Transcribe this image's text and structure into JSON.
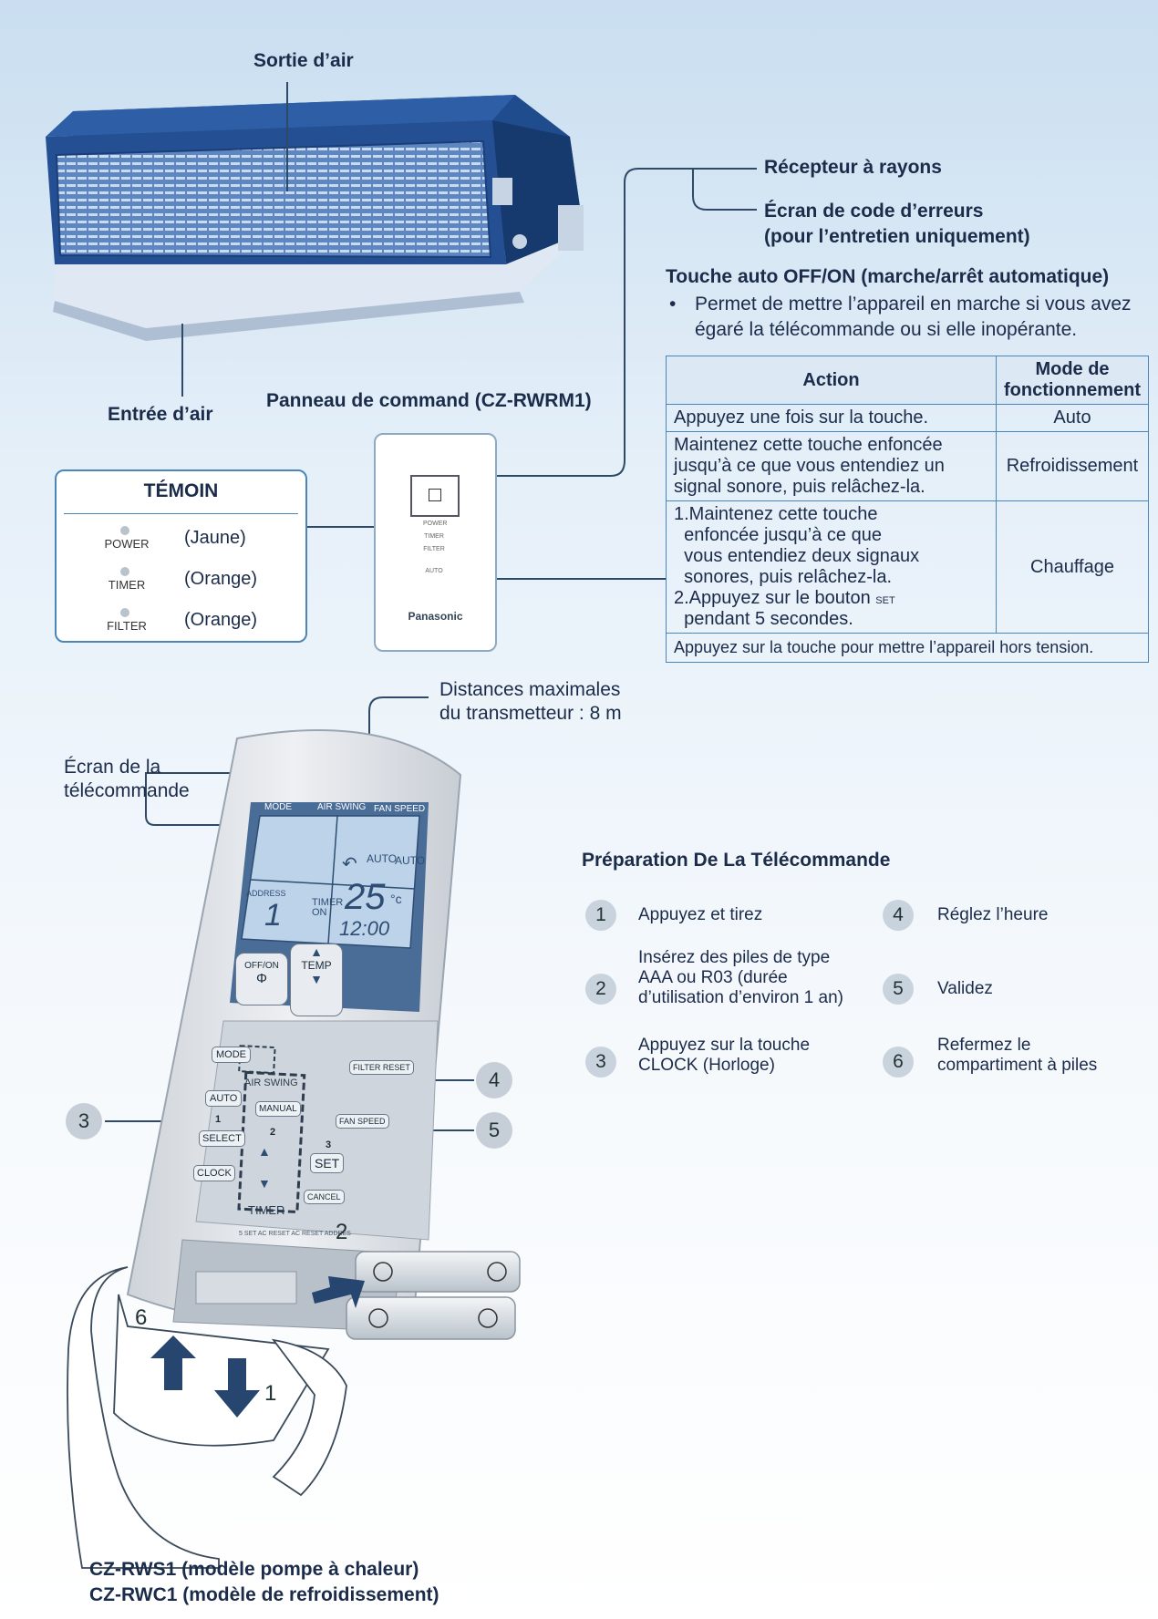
{
  "labels": {
    "air_outlet": "Sortie d’air",
    "air_inlet": "Entrée d’air",
    "receiver": "Récepteur à rayons",
    "error_screen_1": "Écran de code d’erreurs",
    "error_screen_2": "(pour l’entretien uniquement)",
    "panel_title": "Panneau de command (CZ-RWRM1)",
    "auto_key_title": "Touche auto OFF/ON (marche/arrêt automatique)",
    "auto_key_desc_1": "Permet de mettre l’appareil en marche si vous avez",
    "auto_key_desc_2": "égaré la télécommande ou si elle inopérante.",
    "bullet": "•",
    "transmitter_1": "Distances maximales",
    "transmitter_2": "du transmetteur : 8 m",
    "remote_screen_1": "Écran de la",
    "remote_screen_2": "télécommande",
    "model_1": "CZ-RWS1 (modèle pompe à chaleur)",
    "model_2": "CZ-RWC1 (modèle de refroidissement)"
  },
  "temoin": {
    "title": "TÉMOIN",
    "rows": [
      {
        "name": "POWER",
        "color": "(Jaune)"
      },
      {
        "name": "TIMER",
        "color": "(Orange)"
      },
      {
        "name": "FILTER",
        "color": "(Orange)"
      }
    ]
  },
  "panel": {
    "indicators": [
      "POWER",
      "TIMER",
      "FILTER",
      "AUTO"
    ],
    "logo": "Panasonic"
  },
  "action_table": {
    "header_action": "Action",
    "header_mode_1": "Mode de",
    "header_mode_2": "fonctionnement",
    "row1_action": "Appuyez une fois sur la touche.",
    "row1_mode": "Auto",
    "row2_action_1": "Maintenez cette touche enfoncée",
    "row2_action_2": "jusqu’à ce que vous entendiez un",
    "row2_action_3": "signal sonore, puis relâchez-la.",
    "row2_mode": "Refroidissement",
    "row3_action_1": "1.Maintenez cette touche",
    "row3_action_2": "enfoncée jusqu’à ce que",
    "row3_action_3": "vous entendiez deux signaux",
    "row3_action_4": "sonores, puis relâchez-la.",
    "row3_action_5": "2.Appuyez sur le bouton",
    "row3_action_set": "SET",
    "row3_action_6": "pendant 5 secondes.",
    "row3_mode": "Chauffage",
    "footer": "Appuyez sur la touche pour mettre l’appareil hors tension."
  },
  "remote": {
    "tab_mode": "MODE",
    "tab_air_swing": "AIR SWING",
    "tab_fan_speed": "FAN SPEED",
    "auto_1": "AUTO",
    "auto_2": "AUTO",
    "address_label": "ADDRESS",
    "address_value": "1",
    "timer_on": "TIMER ON",
    "temp": "25",
    "temp_unit": "°c",
    "time": "12:00",
    "btn_offon": "OFF/ON",
    "btn_power_symbol": "Φ",
    "btn_temp": "TEMP",
    "btn_mode": "MODE",
    "btn_filter_reset": "FILTER RESET",
    "air_swing": "AIR SWING",
    "btn_auto": "AUTO",
    "btn_manual": "MANUAL",
    "btn_fan_speed": "FAN SPEED",
    "num_1": "1",
    "num_2": "2",
    "num_3": "3",
    "btn_select": "SELECT",
    "btn_set": "SET",
    "btn_clock": "CLOCK",
    "btn_cancel": "CANCEL",
    "timer": "TIMER",
    "bottom_row": "5 SET AC RESET AC RESET ADDRES"
  },
  "preparation": {
    "title": "Préparation De La Télécommande",
    "steps": [
      {
        "num": "1",
        "lines": [
          "Appuyez et tirez"
        ]
      },
      {
        "num": "2",
        "lines": [
          "Insérez des piles de type",
          "AAA ou R03 (durée",
          "d’utilisation d’environ 1 an)"
        ]
      },
      {
        "num": "3",
        "lines": [
          "Appuyez sur la touche",
          "CLOCK (Horloge)"
        ]
      },
      {
        "num": "4",
        "lines": [
          "Réglez l’heure"
        ]
      },
      {
        "num": "5",
        "lines": [
          "Validez"
        ]
      },
      {
        "num": "6",
        "lines": [
          "Refermez le",
          "compartiment à piles"
        ]
      }
    ]
  },
  "callouts": {
    "c1": "1",
    "c2": "2",
    "c3": "3",
    "c4": "4",
    "c5": "5",
    "c6": "6"
  },
  "colors": {
    "line": "#2f4a66",
    "box_border": "#4b86b8",
    "unit_body": "#2d5a9a",
    "remote_body": "#e3e6ea"
  }
}
